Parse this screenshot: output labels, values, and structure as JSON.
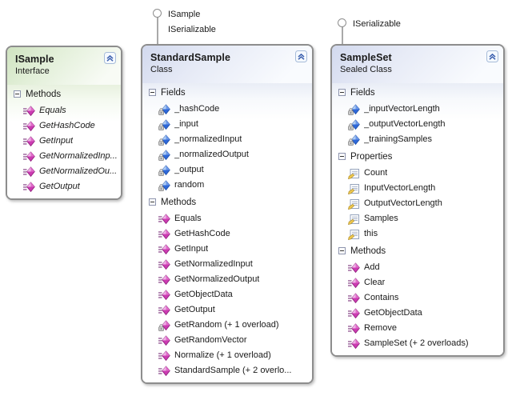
{
  "colors": {
    "interface_header_green": "#cfe3c0",
    "class_header_blue": "#d2d9ee",
    "box_border_gray": "#8d8d8d",
    "method_icon_magenta": "#cb3bb1",
    "field_icon_blue": "#2e68d9",
    "property_icon_yellow": "#eec94f",
    "collapse_chevron_blue": "#3a5fae"
  },
  "lollipops": [
    {
      "labels": [
        "ISample",
        "ISerializable"
      ]
    },
    {
      "labels": [
        "ISerializable"
      ]
    }
  ],
  "classes": [
    {
      "title": "ISample",
      "stereotype": "Interface",
      "compartments": [
        {
          "label": "Methods",
          "items": [
            {
              "text": "Equals",
              "icon": "method-icon",
              "style": "italic"
            },
            {
              "text": "GetHashCode",
              "icon": "method-icon",
              "style": "italic"
            },
            {
              "text": "GetInput",
              "icon": "method-icon",
              "style": "italic"
            },
            {
              "text": "GetNormalizedInp...",
              "icon": "method-icon",
              "style": "italic"
            },
            {
              "text": "GetNormalizedOu...",
              "icon": "method-icon",
              "style": "italic"
            },
            {
              "text": "GetOutput",
              "icon": "method-icon",
              "style": "italic"
            }
          ]
        }
      ]
    },
    {
      "title": "StandardSample",
      "stereotype": "Class",
      "compartments": [
        {
          "label": "Fields",
          "items": [
            {
              "text": "_hashCode",
              "icon": "field-icon"
            },
            {
              "text": "_input",
              "icon": "field-icon"
            },
            {
              "text": "_normalizedInput",
              "icon": "field-icon"
            },
            {
              "text": "_normalizedOutput",
              "icon": "field-icon"
            },
            {
              "text": "_output",
              "icon": "field-icon"
            },
            {
              "text": "random",
              "icon": "field-icon"
            }
          ]
        },
        {
          "label": "Methods",
          "items": [
            {
              "text": "Equals",
              "icon": "method-icon"
            },
            {
              "text": "GetHashCode",
              "icon": "method-icon"
            },
            {
              "text": "GetInput",
              "icon": "method-icon"
            },
            {
              "text": "GetNormalizedInput",
              "icon": "method-icon"
            },
            {
              "text": "GetNormalizedOutput",
              "icon": "method-icon"
            },
            {
              "text": "GetObjectData",
              "icon": "method-icon"
            },
            {
              "text": "GetOutput",
              "icon": "method-icon"
            },
            {
              "text": "GetRandom (+ 1 overload)",
              "icon": "method-lock-icon"
            },
            {
              "text": "GetRandomVector",
              "icon": "method-icon"
            },
            {
              "text": "Normalize (+ 1 overload)",
              "icon": "method-icon"
            },
            {
              "text": "StandardSample (+ 2 overlo...",
              "icon": "method-icon"
            }
          ]
        }
      ]
    },
    {
      "title": "SampleSet",
      "stereotype": "Sealed Class",
      "compartments": [
        {
          "label": "Fields",
          "items": [
            {
              "text": "_inputVectorLength",
              "icon": "field-icon"
            },
            {
              "text": "_outputVectorLength",
              "icon": "field-icon"
            },
            {
              "text": "_trainingSamples",
              "icon": "field-icon"
            }
          ]
        },
        {
          "label": "Properties",
          "items": [
            {
              "text": "Count",
              "icon": "property-icon"
            },
            {
              "text": "InputVectorLength",
              "icon": "property-icon"
            },
            {
              "text": "OutputVectorLength",
              "icon": "property-icon"
            },
            {
              "text": "Samples",
              "icon": "property-icon"
            },
            {
              "text": "this",
              "icon": "property-icon"
            }
          ]
        },
        {
          "label": "Methods",
          "items": [
            {
              "text": "Add",
              "icon": "method-icon"
            },
            {
              "text": "Clear",
              "icon": "method-icon"
            },
            {
              "text": "Contains",
              "icon": "method-icon"
            },
            {
              "text": "GetObjectData",
              "icon": "method-icon"
            },
            {
              "text": "Remove",
              "icon": "method-icon"
            },
            {
              "text": "SampleSet (+ 2 overloads)",
              "icon": "method-icon"
            }
          ]
        }
      ]
    }
  ]
}
